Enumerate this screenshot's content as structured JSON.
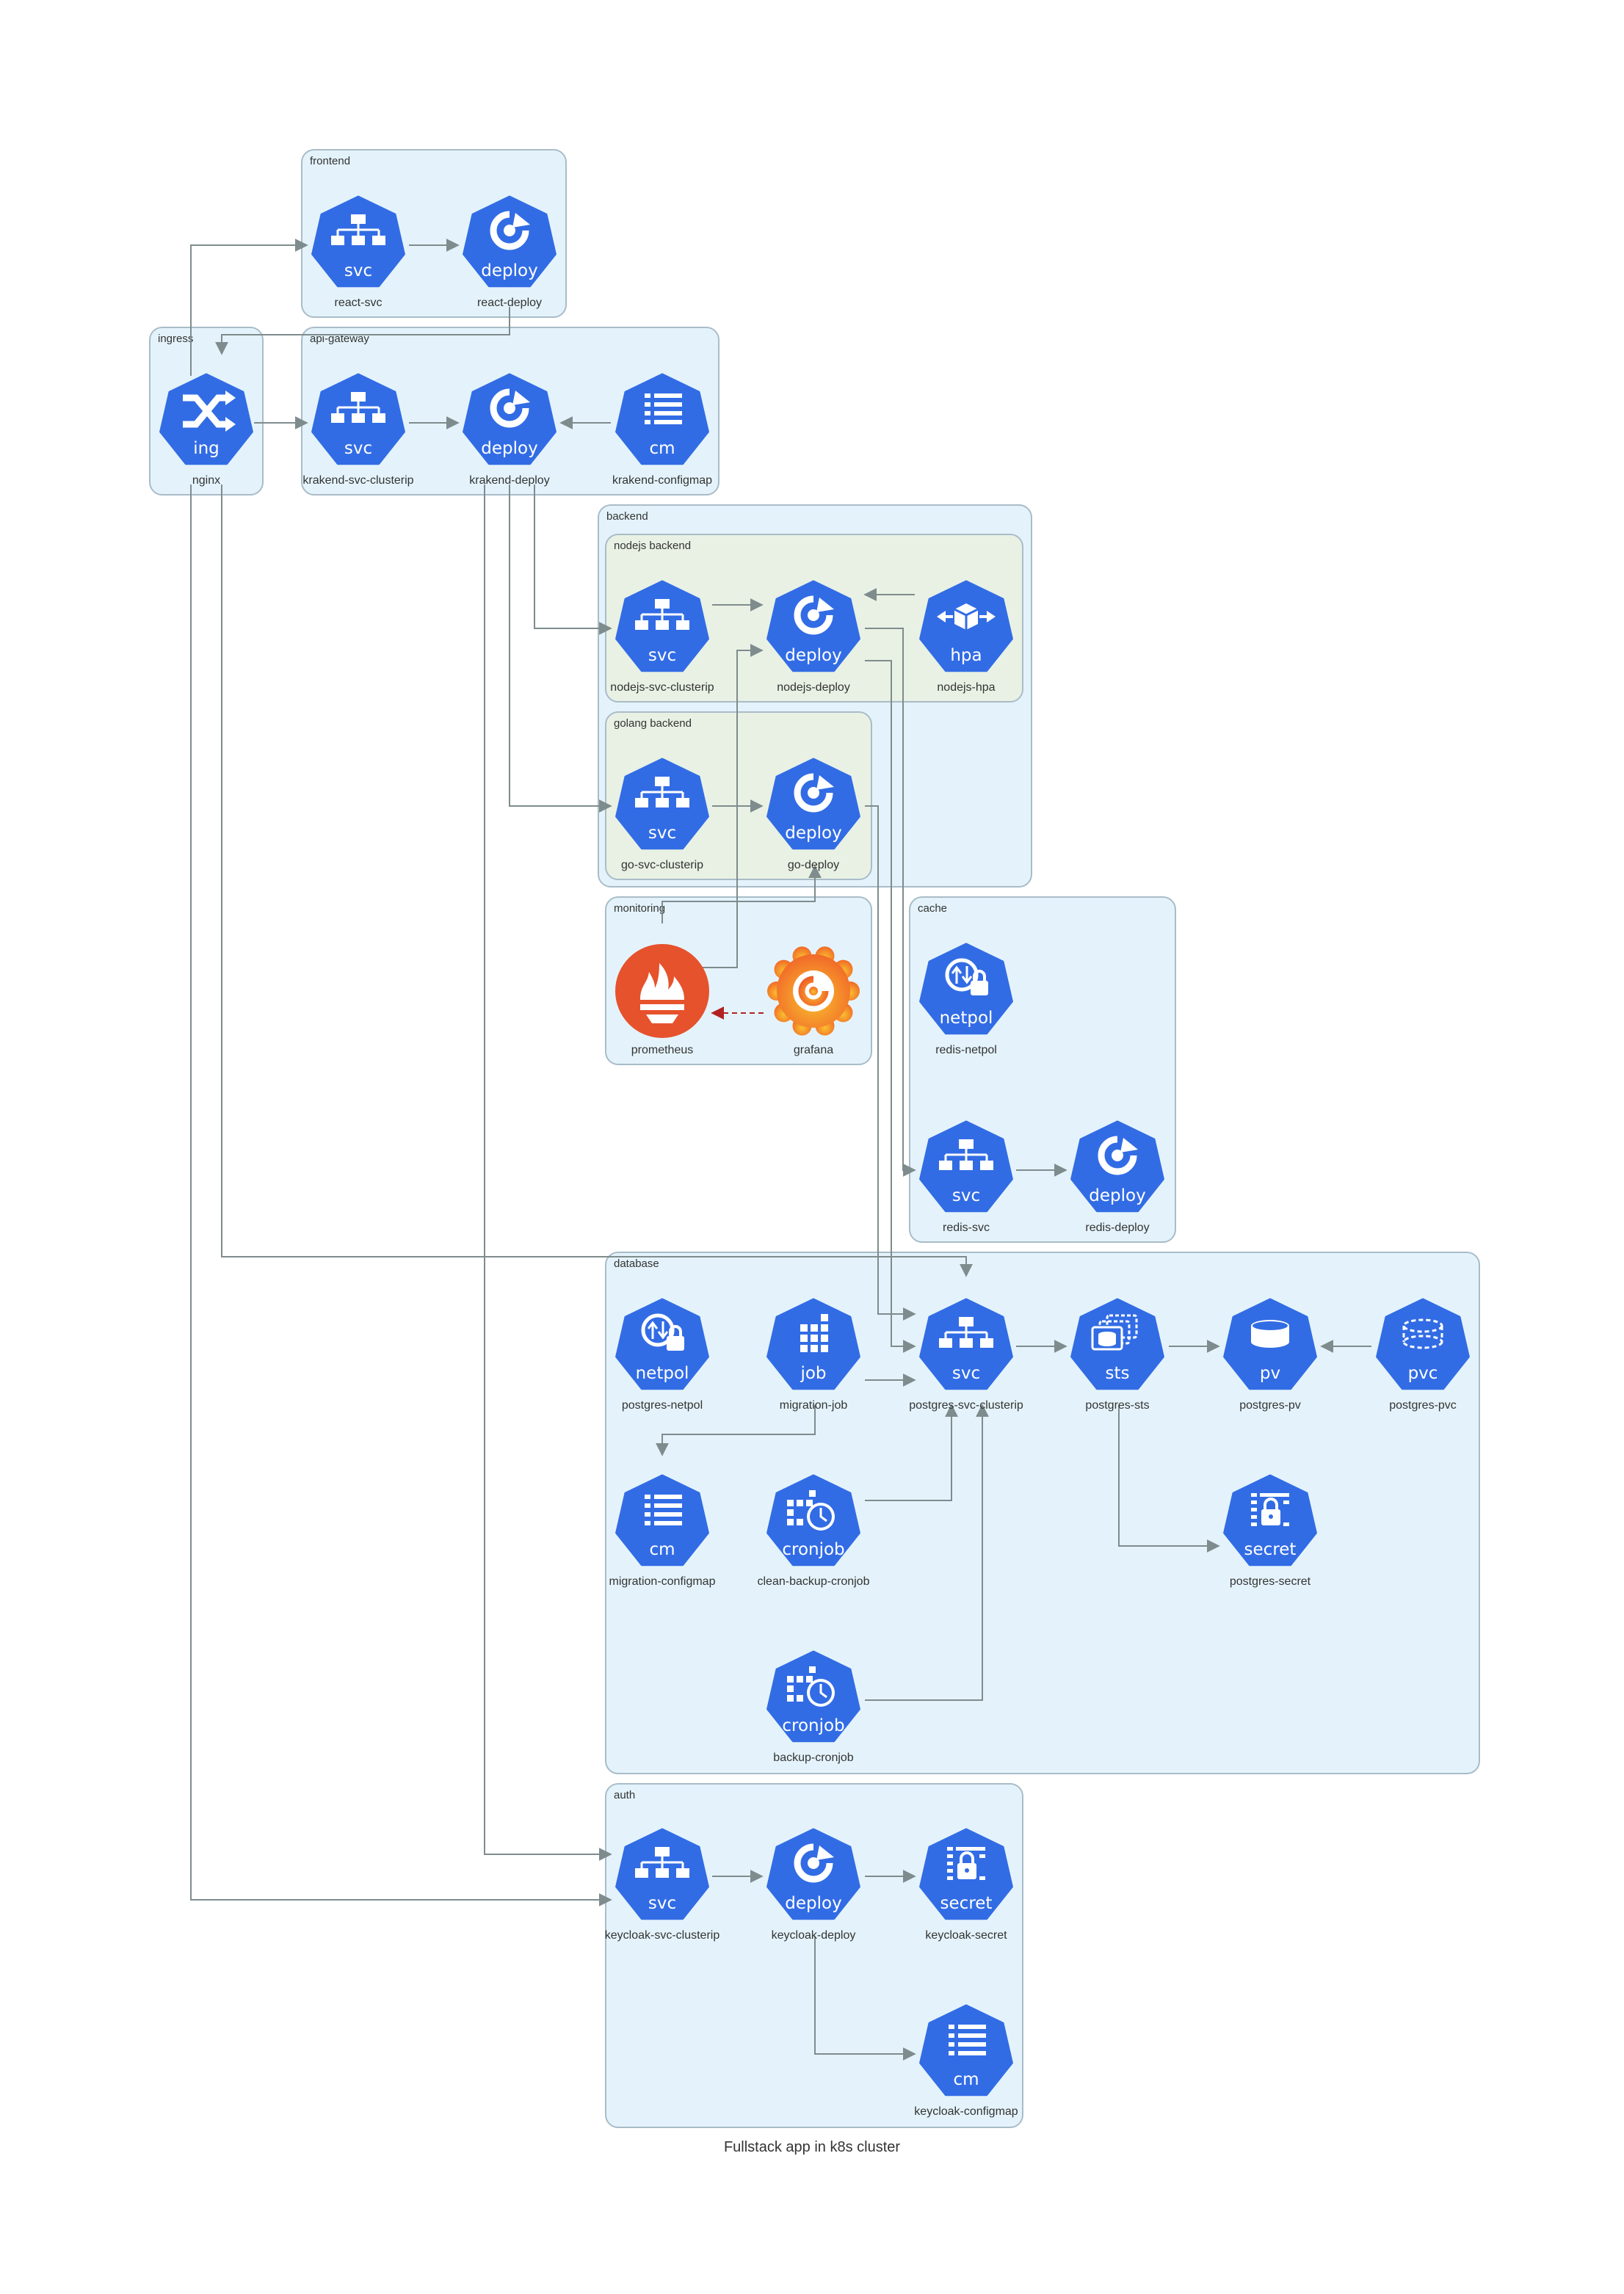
{
  "title": "Fullstack app in k8s cluster",
  "colors": {
    "k8s_blue": "#326ce5",
    "cluster_bg": "#e4f3fb",
    "inner_bg": "#e8f1e4",
    "edge": "#7f8c8d",
    "dashed_edge": "#b22222",
    "prometheus": "#e6522c"
  },
  "clusters": {
    "frontend": "frontend",
    "ingress": "ingress",
    "api_gateway": "api-gateway",
    "backend": "backend",
    "nodejs_backend": "nodejs backend",
    "golang_backend": "golang backend",
    "monitoring": "monitoring",
    "cache": "cache",
    "database": "database",
    "auth": "auth"
  },
  "nodes": {
    "react_svc": {
      "label": "react-svc",
      "kind": "svc",
      "icon": "service-icon"
    },
    "react_deploy": {
      "label": "react-deploy",
      "kind": "deploy",
      "icon": "deployment-icon"
    },
    "nginx": {
      "label": "nginx",
      "kind": "ing",
      "icon": "ingress-icon"
    },
    "krakend_svc": {
      "label": "krakend-svc-clusterip",
      "kind": "svc",
      "icon": "service-icon"
    },
    "krakend_deploy": {
      "label": "krakend-deploy",
      "kind": "deploy",
      "icon": "deployment-icon"
    },
    "krakend_cm": {
      "label": "krakend-configmap",
      "kind": "cm",
      "icon": "configmap-icon"
    },
    "nodejs_svc": {
      "label": "nodejs-svc-clusterip",
      "kind": "svc",
      "icon": "service-icon"
    },
    "nodejs_deploy": {
      "label": "nodejs-deploy",
      "kind": "deploy",
      "icon": "deployment-icon"
    },
    "nodejs_hpa": {
      "label": "nodejs-hpa",
      "kind": "hpa",
      "icon": "hpa-icon"
    },
    "go_svc": {
      "label": "go-svc-clusterip",
      "kind": "svc",
      "icon": "service-icon"
    },
    "go_deploy": {
      "label": "go-deploy",
      "kind": "deploy",
      "icon": "deployment-icon"
    },
    "prometheus": {
      "label": "prometheus",
      "icon": "prometheus-icon"
    },
    "grafana": {
      "label": "grafana",
      "icon": "grafana-icon"
    },
    "redis_netpol": {
      "label": "redis-netpol",
      "kind": "netpol",
      "icon": "network-policy-icon"
    },
    "redis_svc": {
      "label": "redis-svc",
      "kind": "svc",
      "icon": "service-icon"
    },
    "redis_deploy": {
      "label": "redis-deploy",
      "kind": "deploy",
      "icon": "deployment-icon"
    },
    "postgres_netpol": {
      "label": "postgres-netpol",
      "kind": "netpol",
      "icon": "network-policy-icon"
    },
    "migration_job": {
      "label": "migration-job",
      "kind": "job",
      "icon": "job-icon"
    },
    "postgres_svc": {
      "label": "postgres-svc-clusterip",
      "kind": "svc",
      "icon": "service-icon"
    },
    "postgres_sts": {
      "label": "postgres-sts",
      "kind": "sts",
      "icon": "statefulset-icon"
    },
    "postgres_pv": {
      "label": "postgres-pv",
      "kind": "pv",
      "icon": "persistent-volume-icon"
    },
    "postgres_pvc": {
      "label": "postgres-pvc",
      "kind": "pvc",
      "icon": "persistent-volume-claim-icon"
    },
    "migration_cm": {
      "label": "migration-configmap",
      "kind": "cm",
      "icon": "configmap-icon"
    },
    "clean_backup": {
      "label": "clean-backup-cronjob",
      "kind": "cronjob",
      "icon": "cronjob-icon"
    },
    "postgres_secret": {
      "label": "postgres-secret",
      "kind": "secret",
      "icon": "secret-icon"
    },
    "backup_cronjob": {
      "label": "backup-cronjob",
      "kind": "cronjob",
      "icon": "cronjob-icon"
    },
    "keycloak_svc": {
      "label": "keycloak-svc-clusterip",
      "kind": "svc",
      "icon": "service-icon"
    },
    "keycloak_deploy": {
      "label": "keycloak-deploy",
      "kind": "deploy",
      "icon": "deployment-icon"
    },
    "keycloak_secret": {
      "label": "keycloak-secret",
      "kind": "secret",
      "icon": "secret-icon"
    },
    "keycloak_cm": {
      "label": "keycloak-configmap",
      "kind": "cm",
      "icon": "configmap-icon"
    }
  },
  "edges": [
    {
      "from": "nginx",
      "to": "react_svc"
    },
    {
      "from": "react_svc",
      "to": "react_deploy"
    },
    {
      "from": "react_deploy",
      "to": "nginx"
    },
    {
      "from": "nginx",
      "to": "krakend_svc"
    },
    {
      "from": "krakend_svc",
      "to": "krakend_deploy"
    },
    {
      "from": "krakend_cm",
      "to": "krakend_deploy"
    },
    {
      "from": "krakend_deploy",
      "to": "nodejs_svc"
    },
    {
      "from": "krakend_deploy",
      "to": "go_svc"
    },
    {
      "from": "krakend_deploy",
      "to": "keycloak_svc"
    },
    {
      "from": "nginx",
      "to": "keycloak_svc"
    },
    {
      "from": "nginx",
      "to": "postgres_svc"
    },
    {
      "from": "nodejs_svc",
      "to": "nodejs_deploy"
    },
    {
      "from": "nodejs_hpa",
      "to": "nodejs_deploy"
    },
    {
      "from": "go_svc",
      "to": "go_deploy"
    },
    {
      "from": "prometheus",
      "to": "nodejs_deploy"
    },
    {
      "from": "prometheus",
      "to": "go_deploy"
    },
    {
      "from": "grafana",
      "to": "prometheus",
      "style": "dashed"
    },
    {
      "from": "nodejs_deploy",
      "to": "redis_svc"
    },
    {
      "from": "nodejs_deploy",
      "to": "postgres_svc"
    },
    {
      "from": "go_deploy",
      "to": "postgres_svc"
    },
    {
      "from": "redis_svc",
      "to": "redis_deploy"
    },
    {
      "from": "migration_job",
      "to": "postgres_svc"
    },
    {
      "from": "migration_job",
      "to": "migration_cm"
    },
    {
      "from": "postgres_svc",
      "to": "postgres_sts"
    },
    {
      "from": "postgres_sts",
      "to": "postgres_pv"
    },
    {
      "from": "postgres_pvc",
      "to": "postgres_pv"
    },
    {
      "from": "postgres_sts",
      "to": "postgres_secret"
    },
    {
      "from": "clean_backup",
      "to": "postgres_svc"
    },
    {
      "from": "backup_cronjob",
      "to": "postgres_svc"
    },
    {
      "from": "keycloak_svc",
      "to": "keycloak_deploy"
    },
    {
      "from": "keycloak_deploy",
      "to": "keycloak_secret"
    },
    {
      "from": "keycloak_deploy",
      "to": "keycloak_cm"
    }
  ]
}
